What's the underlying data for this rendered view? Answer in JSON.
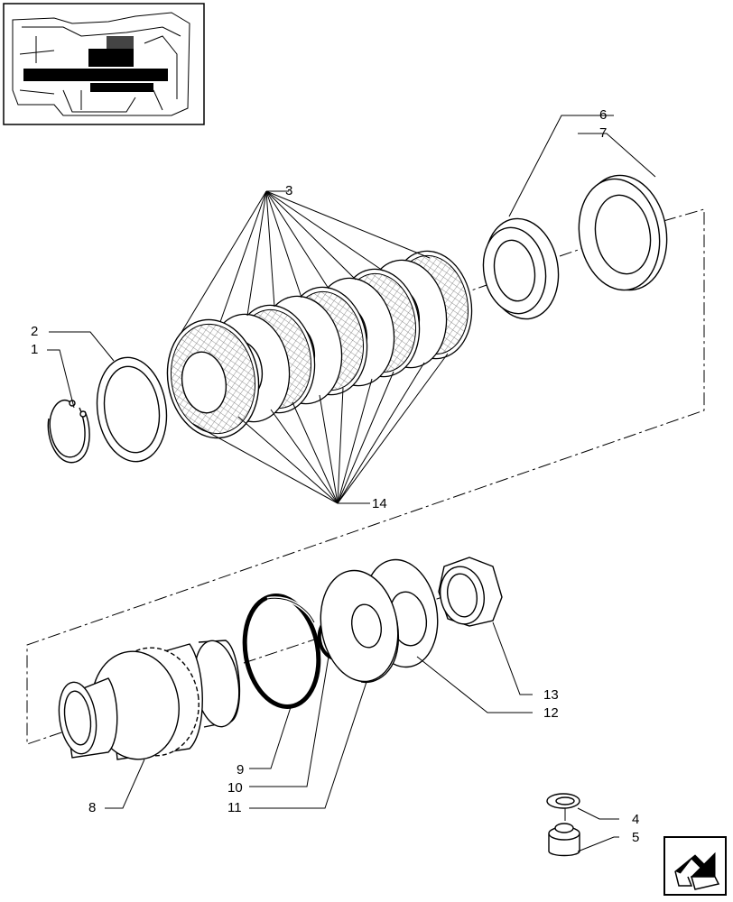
{
  "diagram": {
    "callouts": [
      {
        "id": "c1",
        "label": "1"
      },
      {
        "id": "c2",
        "label": "2"
      },
      {
        "id": "c3",
        "label": "3"
      },
      {
        "id": "c4",
        "label": "4"
      },
      {
        "id": "c5",
        "label": "5"
      },
      {
        "id": "c6",
        "label": "6"
      },
      {
        "id": "c7",
        "label": "7"
      },
      {
        "id": "c8",
        "label": "8"
      },
      {
        "id": "c9",
        "label": "9"
      },
      {
        "id": "c10",
        "label": "10"
      },
      {
        "id": "c11",
        "label": "11"
      },
      {
        "id": "c12",
        "label": "12"
      },
      {
        "id": "c13",
        "label": "13"
      },
      {
        "id": "c14",
        "label": "14"
      }
    ]
  },
  "nav": {
    "next_icon": "arrow-next-icon"
  },
  "colors": {
    "line": "#000000",
    "background": "#ffffff",
    "hatch": "#666666"
  }
}
